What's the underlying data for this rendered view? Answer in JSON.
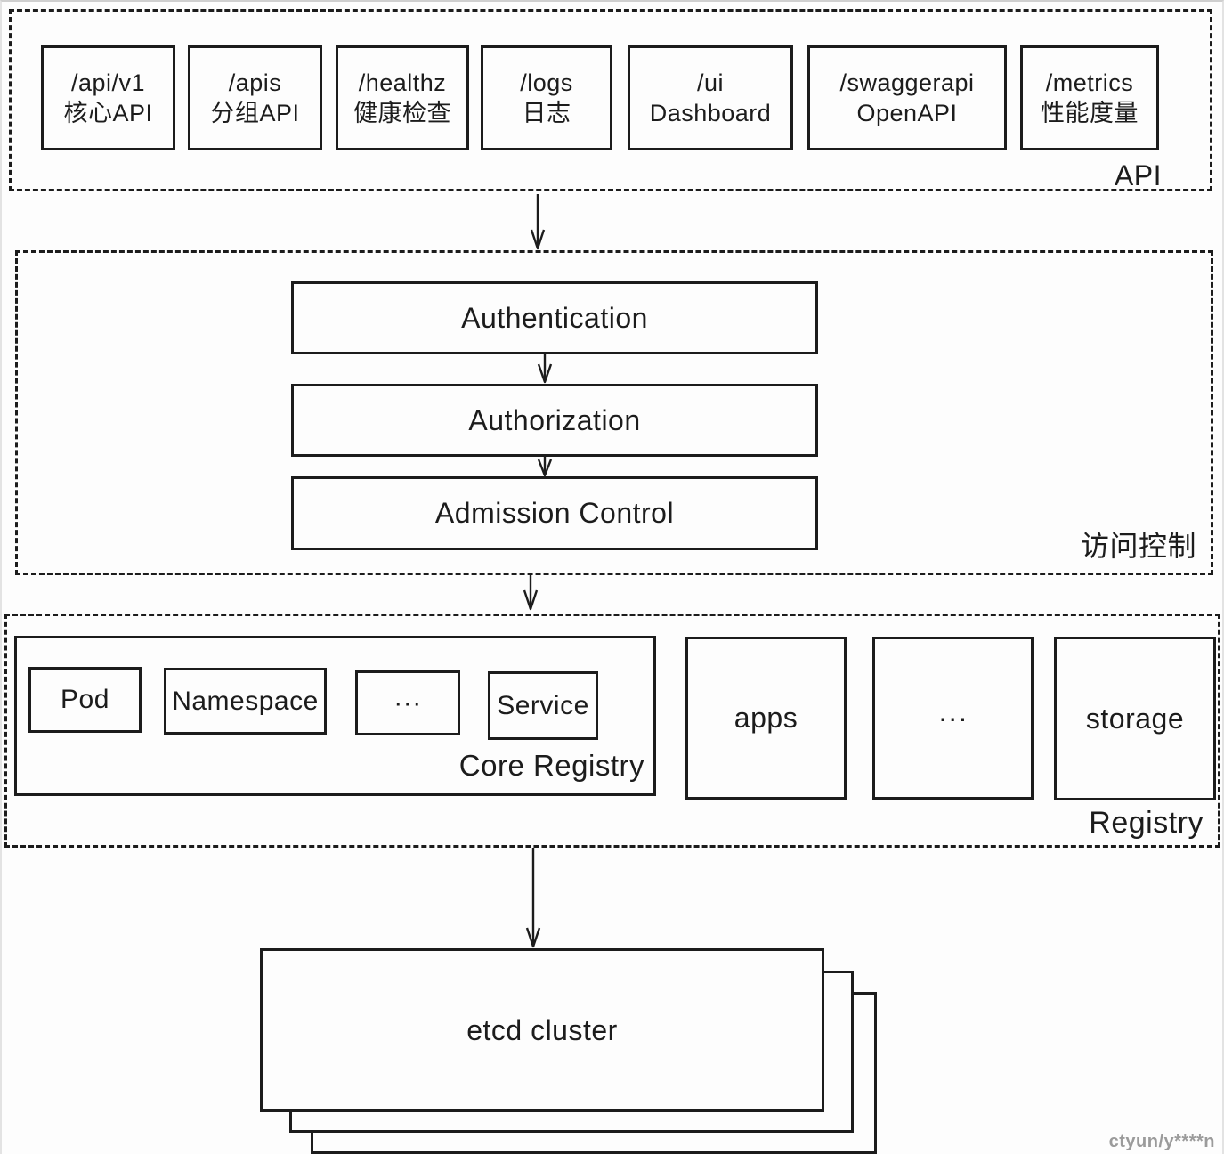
{
  "api_section": {
    "label": "API",
    "boxes": [
      {
        "line1": "/api/v1",
        "line2": "核心API"
      },
      {
        "line1": "/apis",
        "line2": "分组API"
      },
      {
        "line1": "/healthz",
        "line2": "健康检查"
      },
      {
        "line1": "/logs",
        "line2": "日志"
      },
      {
        "line1": "/ui",
        "line2": "Dashboard"
      },
      {
        "line1": "/swaggerapi",
        "line2": "OpenAPI"
      },
      {
        "line1": "/metrics",
        "line2": "性能度量"
      }
    ]
  },
  "access_control_section": {
    "label": "访问控制",
    "steps": [
      "Authentication",
      "Authorization",
      "Admission Control"
    ]
  },
  "registry_section": {
    "label": "Registry",
    "core_registry": {
      "label": "Core Registry",
      "items": [
        "Pod",
        "Namespace",
        "···",
        "Service"
      ]
    },
    "groups": [
      "apps",
      "···",
      "storage"
    ]
  },
  "etcd": {
    "label": "etcd cluster"
  },
  "watermark": "ctyun/y****n",
  "colors": {
    "line": "#1c1c1c",
    "background": "#fdfdfd",
    "watermark": "#9b9b9b"
  }
}
